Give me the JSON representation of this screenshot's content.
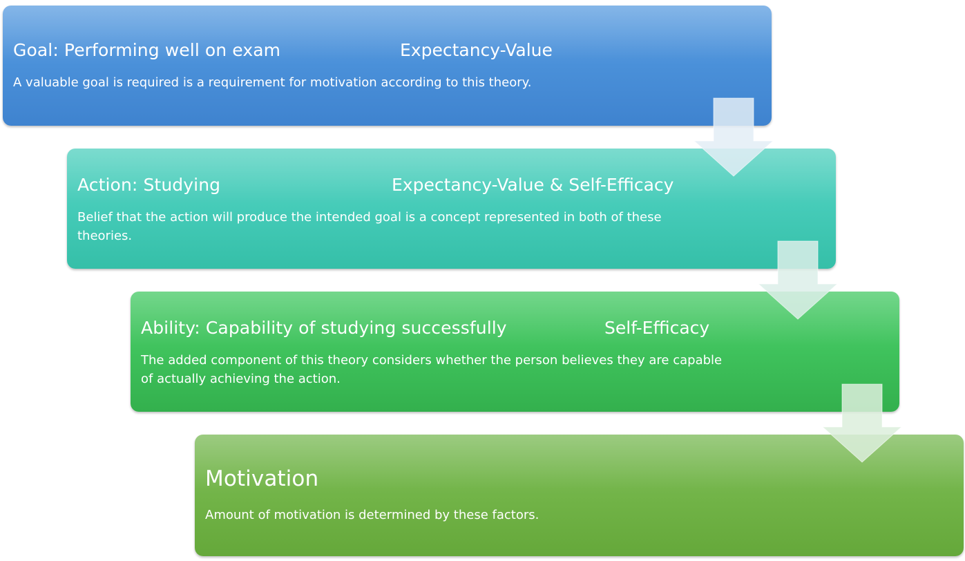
{
  "steps": [
    {
      "title": "Goal: Performing well on exam",
      "theory": "Expectancy-Value",
      "description": "A valuable goal is required is a requirement for motivation according to this theory."
    },
    {
      "title": "Action: Studying",
      "theory": "Expectancy-Value & Self-Efficacy",
      "description": "Belief that the action will produce the intended goal is a concept represented in both of these theories."
    },
    {
      "title": "Ability: Capability of studying successfully",
      "theory": "Self-Efficacy",
      "description": "The added component of this theory considers whether the person believes they are capable of actually achieving the action."
    },
    {
      "title": "Motivation",
      "theory": "",
      "description": "Amount of motivation is determined by these factors."
    }
  ],
  "colors": {
    "step1": "#4a90d9",
    "step2": "#45cbb8",
    "step3": "#3fc25c",
    "step4": "#72b448",
    "arrow": "#dce8f2"
  }
}
